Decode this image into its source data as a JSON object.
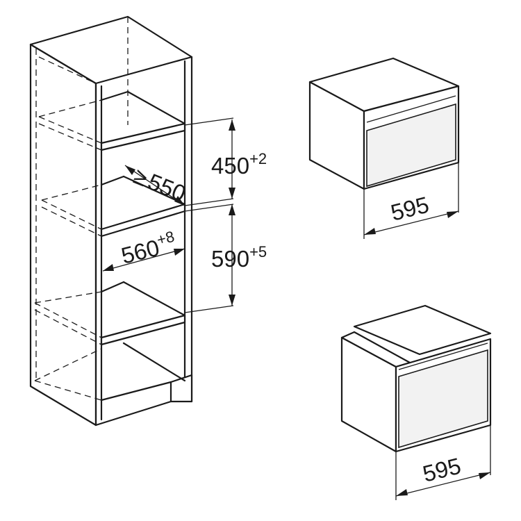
{
  "dimensions": {
    "depth_min": {
      "prefix": "≥",
      "value": "550"
    },
    "niche_height_small": {
      "value": "450",
      "tolerance": "+2"
    },
    "niche_height_large": {
      "value": "590",
      "tolerance": "+5"
    },
    "niche_width": {
      "value": "560",
      "tolerance": "+8"
    },
    "compact_appliance_width": {
      "value": "595"
    },
    "oven_appliance_width": {
      "value": "595"
    }
  }
}
